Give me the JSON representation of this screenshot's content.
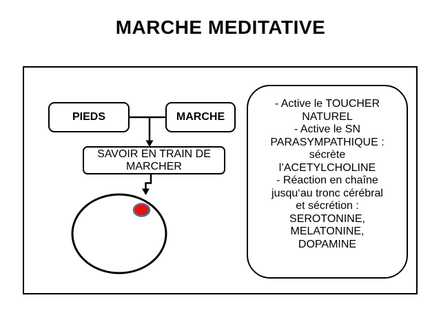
{
  "slide": {
    "title": "MARCHE MEDITATIVE"
  },
  "nodes": {
    "pieds": "PIEDS",
    "marche": "MARCHE",
    "savoir": "SAVOIR EN TRAIN DE\nMARCHER"
  },
  "info_box": {
    "text": "- Active le TOUCHER\nNATUREL\n- Active le SN\nPARASYMPATHIQUE :\nsécrète\nl’ACETYLCHOLINE\n- Réaction en chaîne\njusqu‘au tronc cérébral\net sécrétion :\nSEROTONINE,\nMELATONINE,\nDOPAMINE"
  },
  "colors": {
    "ink": "#000000",
    "background": "#ffffff",
    "shape_fill": "#ffffff",
    "red_dot_fill": "#e8120e",
    "red_dot_stroke": "#55739e"
  }
}
